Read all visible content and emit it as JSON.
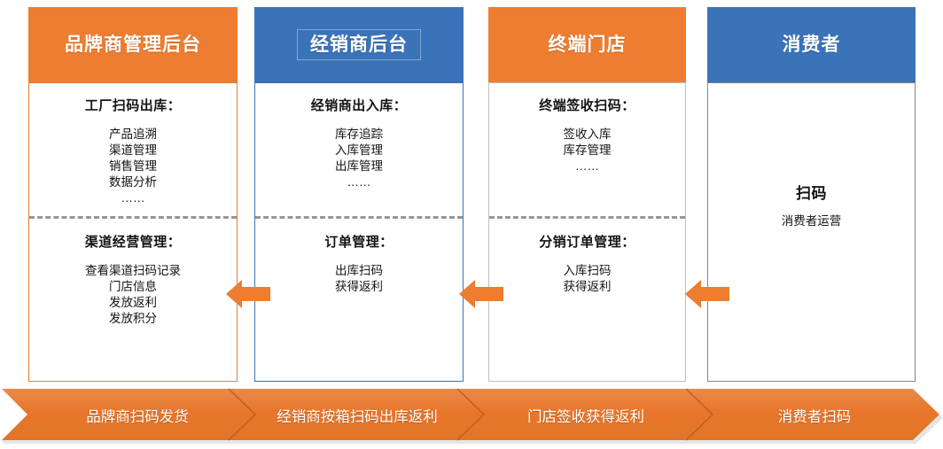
{
  "columns": [
    {
      "key": "brand-admin",
      "header": "品牌商管理后台",
      "theme": "orange",
      "top": {
        "title": "工厂扫码出库：",
        "items": [
          "产品追溯",
          "渠道管理",
          "销售管理",
          "数据分析",
          "……"
        ]
      },
      "bottom": {
        "title": "渠道经营管理：",
        "items": [
          "查看渠道扫码记录",
          "门店信息",
          "发放返利",
          "发放积分"
        ]
      }
    },
    {
      "key": "dealer-backend",
      "header": "经销商后台",
      "theme": "blue",
      "top": {
        "title": "经销商出入库：",
        "items": [
          "库存追踪",
          "入库管理",
          "出库管理",
          "……"
        ]
      },
      "bottom": {
        "title": "订单管理：",
        "items": [
          "出库扫码",
          "获得返利"
        ]
      }
    },
    {
      "key": "terminal-store",
      "header": "终端门店",
      "theme": "gray-light",
      "top": {
        "title": "终端签收扫码：",
        "items": [
          "签收入库",
          "库存管理",
          "……"
        ]
      },
      "bottom": {
        "title": "分销订单管理：",
        "items": [
          "入库扫码",
          "获得返利"
        ]
      }
    },
    {
      "key": "consumer",
      "header": "消费者",
      "theme": "gray-dark",
      "top": {
        "title": "",
        "items": []
      },
      "bottom": {
        "title": "扫码",
        "items": [
          "消费者运营"
        ]
      }
    }
  ],
  "flow_bar": {
    "steps": [
      "品牌商扫码发货",
      "经销商按箱扫码出库返利",
      "门店签收获得返利",
      "消费者扫码"
    ]
  },
  "arrows": [
    {
      "name": "arrow-dealer-to-brand",
      "direction": "left"
    },
    {
      "name": "arrow-store-to-dealer",
      "direction": "left"
    },
    {
      "name": "arrow-consumer-to-store",
      "direction": "left"
    }
  ],
  "colors": {
    "orange": "#ED7D31",
    "blue": "#3B73B9",
    "gray_light": "#BFBFBF",
    "gray_dark": "#868686",
    "divider": "#969696",
    "text": "#141414",
    "white": "#FFFFFF"
  }
}
